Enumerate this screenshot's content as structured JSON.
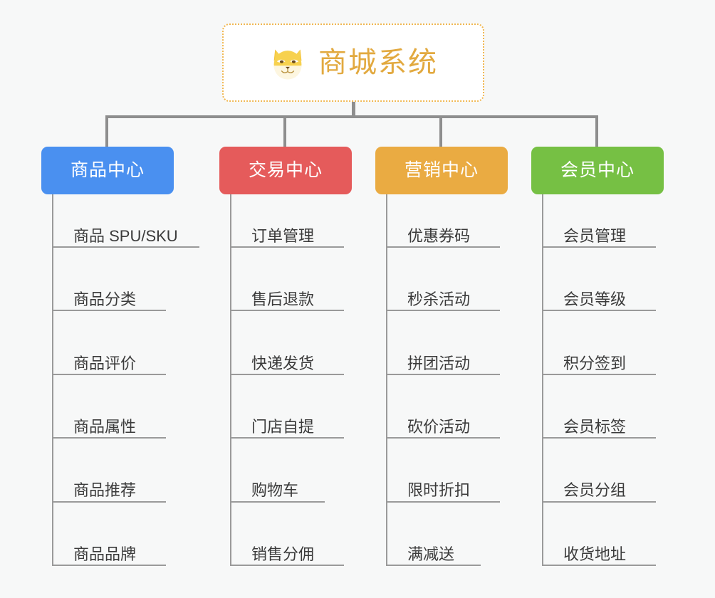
{
  "diagram": {
    "title": "商城系统",
    "background_color": "#f7f8f8",
    "root": {
      "label": "商城系统",
      "icon": "dog-face-emoji",
      "text_color": "#e2a93f",
      "border_color": "#f0b752",
      "fill_color": "#ffffff"
    },
    "connector_color": "#8e8e8e",
    "leaf_line_color": "#9a9a9a",
    "leaf_text_color": "#3b3b3b",
    "branches": [
      {
        "label": "商品中心",
        "color": "#4a90f0",
        "items": [
          "商品 SPU/SKU",
          "商品分类",
          "商品评价",
          "商品属性",
          "商品推荐",
          "商品品牌"
        ]
      },
      {
        "label": "交易中心",
        "color": "#e55b5b",
        "items": [
          "订单管理",
          "售后退款",
          "快递发货",
          "门店自提",
          "购物车",
          "销售分佣"
        ]
      },
      {
        "label": "营销中心",
        "color": "#eaab42",
        "items": [
          "优惠券码",
          "秒杀活动",
          "拼团活动",
          "砍价活动",
          "限时折扣",
          "满减送"
        ]
      },
      {
        "label": "会员中心",
        "color": "#76c044",
        "items": [
          "会员管理",
          "会员等级",
          "积分签到",
          "会员标签",
          "会员分组",
          "收货地址"
        ]
      }
    ]
  }
}
